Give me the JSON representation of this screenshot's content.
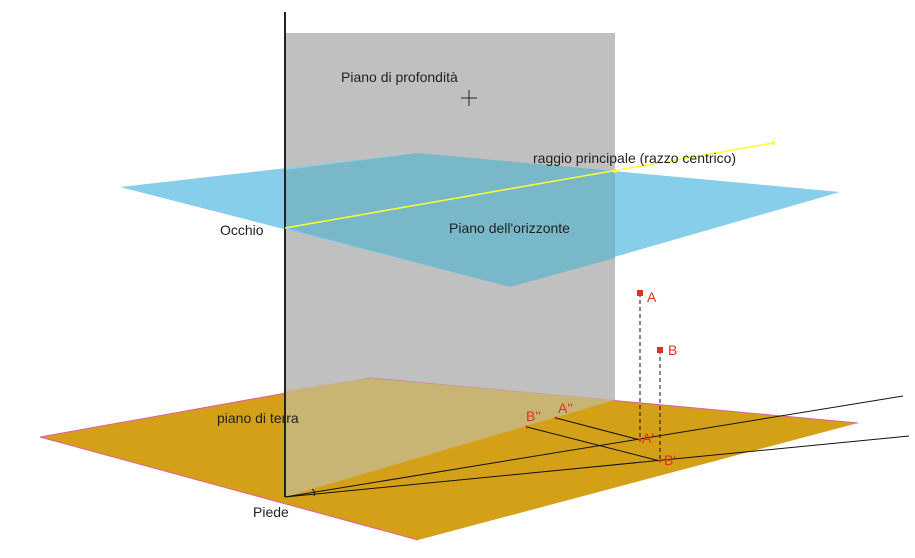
{
  "labels": {
    "depth_plane": "Piano di profondità",
    "principal_ray": "raggio principale (razzo centrico)",
    "eye": "Occhio",
    "horizon_plane": "Piano dell'orizzonte",
    "ground_plane": "piano di terra",
    "foot": "Piede"
  },
  "points": {
    "A": "A",
    "B": "B",
    "A_prime": "A'",
    "B_prime": "B'",
    "A_second": "A''",
    "B_second": "B''"
  },
  "colors": {
    "depth_plane": "#c0c0c0",
    "horizon_plane": "#87ceeb",
    "ground_plane": "#d4a017",
    "principal_ray": "#ffff33",
    "points": "#e0301e",
    "ground_edge": "#e060a0"
  }
}
